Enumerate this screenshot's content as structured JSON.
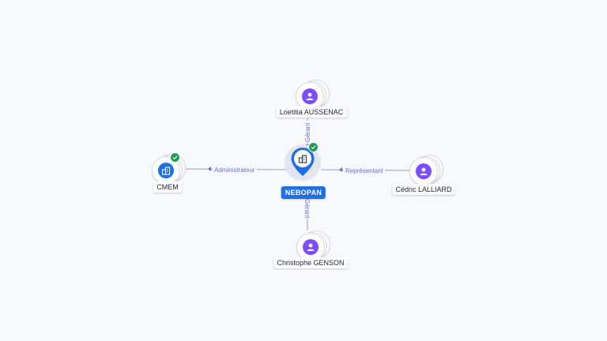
{
  "center": {
    "name": "NEBOPAN",
    "icon": "building-icon",
    "verified": true
  },
  "nodes": {
    "top": {
      "name": "Loetitia AUSSENAC",
      "icon": "person-icon"
    },
    "left": {
      "name": "CMEM",
      "icon": "building-icon",
      "verified": true
    },
    "right": {
      "name": "Cédric LALLIARD",
      "icon": "person-icon"
    },
    "bottom": {
      "name": "Christophe GENSON",
      "icon": "person-icon"
    }
  },
  "edges": {
    "top": "Gérant",
    "left": "Administrateur",
    "right": "Représentant",
    "bottom": "Gérant"
  },
  "colors": {
    "person": "#7c4dff",
    "company": "#1f6fe5",
    "verified": "#1e9e5a",
    "edge_label": "#6a6fd8"
  }
}
